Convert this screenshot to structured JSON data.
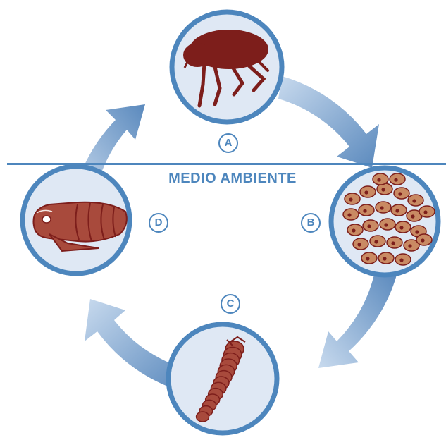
{
  "environment_label": "MEDIO AMBIENTE",
  "stages": [
    {
      "letter": "A",
      "subject": "flea-adult"
    },
    {
      "letter": "B",
      "subject": "eggs"
    },
    {
      "letter": "C",
      "subject": "larva"
    },
    {
      "letter": "D",
      "subject": "pupa"
    }
  ],
  "colors": {
    "arrow_light": "#b9cfe8",
    "arrow_dark": "#5a89bd",
    "circle_fill": "#dfe8f4",
    "circle_border": "#4d86bd",
    "insect": "#7d1e1b",
    "egg": "#c98a63"
  }
}
